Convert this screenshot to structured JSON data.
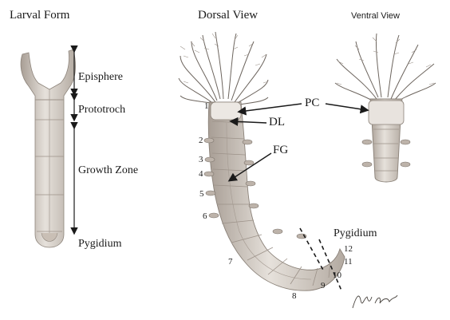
{
  "titles": {
    "larval_form": "Larval Form",
    "dorsal_view": "Dorsal View",
    "ventral_view": "Ventral View"
  },
  "larval_labels": {
    "episphere": "Episphere",
    "prototroch": "Prototroch",
    "growth_zone": "Growth Zone",
    "pygidium": "Pygidium"
  },
  "dorsal_labels": {
    "pc": "PC",
    "dl": "DL",
    "fg": "FG",
    "pygidium": "Pygidium"
  },
  "segment_numbers": [
    "1",
    "2",
    "3",
    "4",
    "5",
    "6",
    "7",
    "8",
    "9",
    "10",
    "11",
    "12"
  ],
  "colors": {
    "body_fill": "#d9d3cc",
    "body_shade": "#b8afa6",
    "ink": "#1a1a1a"
  }
}
